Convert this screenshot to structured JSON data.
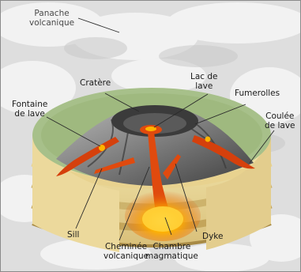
{
  "labels": {
    "panache": [
      "Panache",
      "volcanique"
    ],
    "cratere": [
      "Cratère"
    ],
    "lac": [
      "Lac de",
      "lave"
    ],
    "fumerolles": [
      "Fumerolles"
    ],
    "fontaine": [
      "Fontaine",
      "de lave"
    ],
    "coulee": [
      "Coulée",
      "de lave"
    ],
    "sill": [
      "Sill"
    ],
    "dyke": [
      "Dyke"
    ],
    "cheminee": [
      "Cheminée",
      "volcanique"
    ],
    "chambre": [
      "Chambre",
      "magmatique"
    ]
  },
  "colors": {
    "sky": "#dedede",
    "cloud": "#f4f4f4",
    "grass": "#a7c08a",
    "soil_light": "#f2e4a2",
    "soil_mid": "#ddc98a",
    "soil_dark": "#b59a58",
    "cone_dark": "#4e4e4e",
    "cone_light": "#8f8f8f",
    "lava": "#e04a0e",
    "lava_hot": "#ffb400",
    "leader_line": "#2a2a2a"
  }
}
